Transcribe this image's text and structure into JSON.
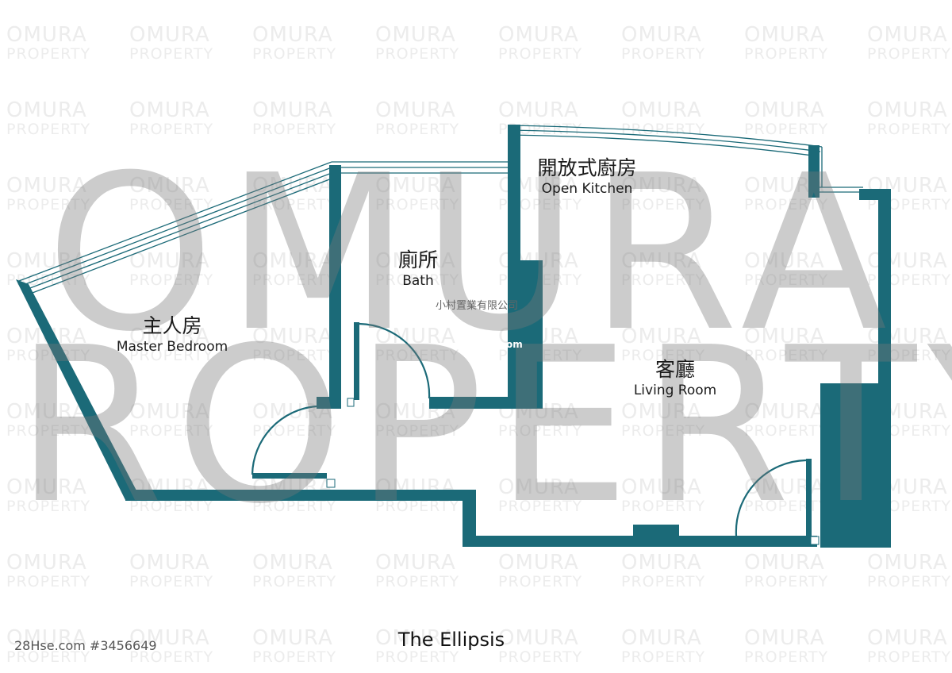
{
  "watermark": {
    "line1": "OMURA",
    "line2": "PROPERTY"
  },
  "rooms": {
    "master_bedroom": {
      "zh": "主人房",
      "en": "Master Bedroom"
    },
    "bath": {
      "zh": "廁所",
      "en": "Bath"
    },
    "open_kitchen": {
      "zh": "開放式廚房",
      "en": "Open Kitchen"
    },
    "living_room": {
      "zh": "客廳",
      "en": "Living Room"
    }
  },
  "agency_name": "小村置業有限公司",
  "agency_domain": "om",
  "property_name": "The Ellipsis",
  "listing_ref": "28Hse.com #3456649",
  "colors": {
    "wall": "#1b6a78",
    "watermark_big": "#7a7a7a",
    "watermark_tile": "#ececec"
  }
}
